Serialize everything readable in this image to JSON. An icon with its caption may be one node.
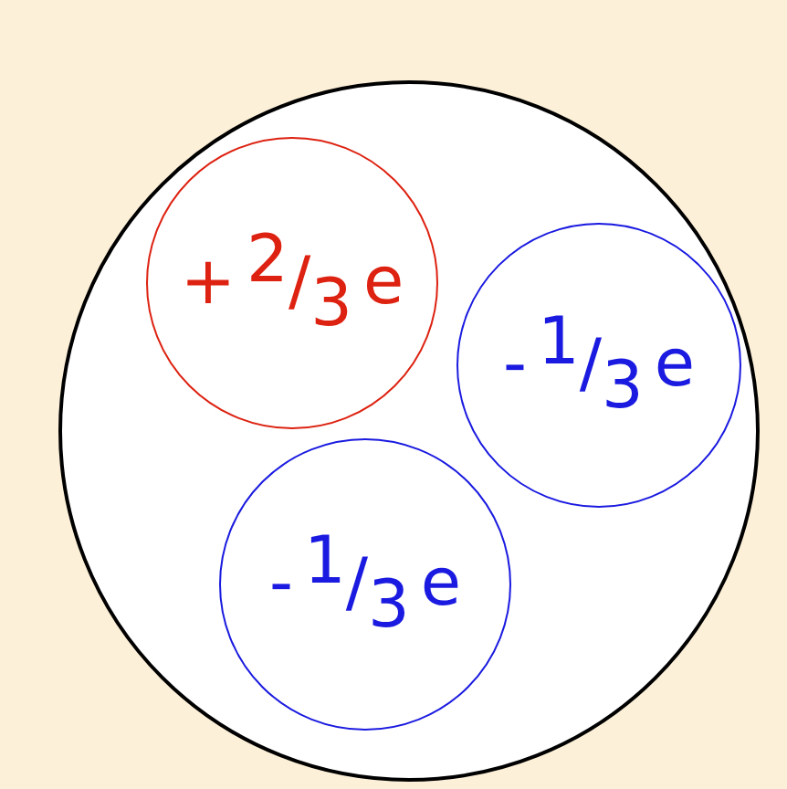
{
  "diagram": {
    "nodes": [
      {
        "text": [],
        "shape": "circle"
      },
      {
        "text": [
          "+ 2/3 e"
        ],
        "in": 0
      },
      {
        "text": [
          "- 1/3 e"
        ],
        "in": 0
      },
      {
        "text": [
          "- 1/3 e"
        ],
        "in": 0
      }
    ]
  }
}
